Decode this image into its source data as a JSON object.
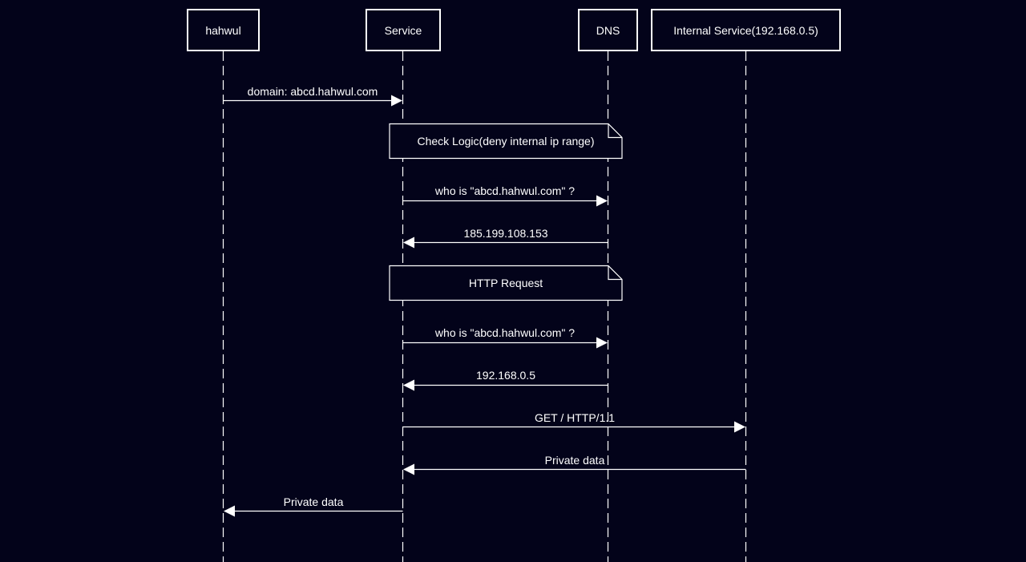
{
  "diagram": {
    "type": "sequence",
    "participants": [
      {
        "id": "hahwul",
        "label": "hahwul"
      },
      {
        "id": "service",
        "label": "Service"
      },
      {
        "id": "dns",
        "label": "DNS"
      },
      {
        "id": "internal",
        "label": "Internal Service(192.168.0.5)"
      }
    ],
    "steps": [
      {
        "kind": "message",
        "from": "hahwul",
        "to": "service",
        "label": "domain: abcd.hahwul.com"
      },
      {
        "kind": "note",
        "over": [
          "service",
          "dns"
        ],
        "label": "Check Logic(deny internal ip range)"
      },
      {
        "kind": "message",
        "from": "service",
        "to": "dns",
        "label": "who is \"abcd.hahwul.com\" ?"
      },
      {
        "kind": "message",
        "from": "dns",
        "to": "service",
        "label": "185.199.108.153"
      },
      {
        "kind": "note",
        "over": [
          "service",
          "dns"
        ],
        "label": "HTTP Request"
      },
      {
        "kind": "message",
        "from": "service",
        "to": "dns",
        "label": "who is \"abcd.hahwul.com\" ?"
      },
      {
        "kind": "message",
        "from": "dns",
        "to": "service",
        "label": "192.168.0.5"
      },
      {
        "kind": "message",
        "from": "service",
        "to": "internal",
        "label": "GET / HTTP/1.1"
      },
      {
        "kind": "message",
        "from": "internal",
        "to": "service",
        "label": "Private data"
      },
      {
        "kind": "message",
        "from": "service",
        "to": "hahwul",
        "label": "Private data"
      }
    ],
    "colors": {
      "background": "#03031a",
      "stroke": "#ffffff",
      "text": "#ffffff"
    }
  }
}
